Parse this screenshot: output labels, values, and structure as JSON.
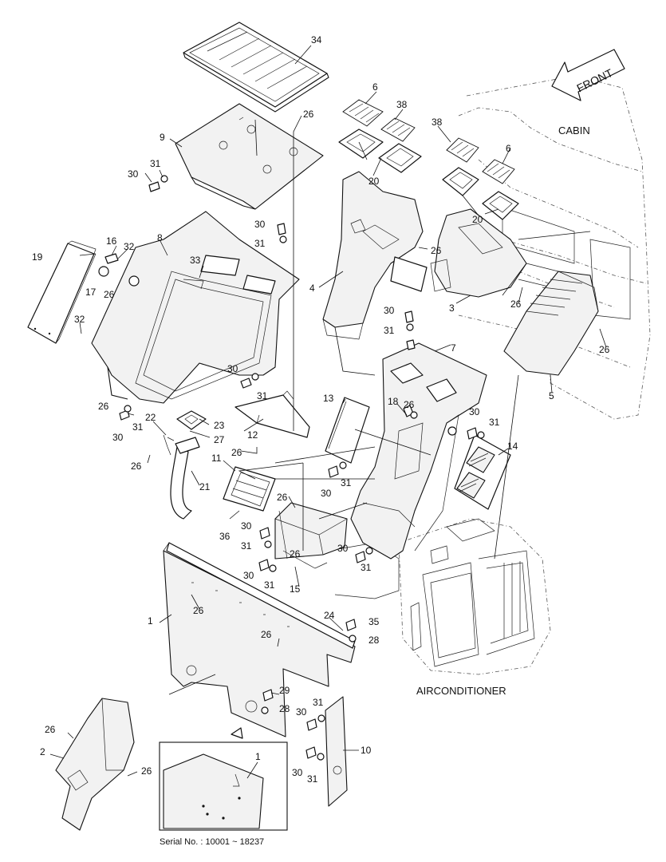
{
  "diagram": {
    "labels": {
      "front": "FRONT",
      "cabin": "CABIN",
      "airconditioner": "AIRCONDITIONER",
      "serial_note": "Serial No. : 10001 ~ 18237"
    },
    "callouts": {
      "c34": "34",
      "c26a": "26",
      "c9": "9",
      "c31a": "31",
      "c30a": "30",
      "c6a": "6",
      "c38a": "38",
      "c38b": "38",
      "c6b": "6",
      "c20a": "20",
      "c20b": "20",
      "c30b": "30",
      "c31b": "31",
      "c8": "8",
      "c16": "16",
      "c32a": "32",
      "c19": "19",
      "c33": "33",
      "c17": "17",
      "c26b": "26",
      "c32b": "32",
      "c26c": "26",
      "c4": "4",
      "c3": "3",
      "c26d": "26",
      "c26e": "26",
      "c30c": "30",
      "c31c": "31",
      "c7": "7",
      "c5": "5",
      "c30d": "30",
      "c31d": "31",
      "c26f": "26",
      "c30e": "30",
      "c31e": "31",
      "c22": "22",
      "c23": "23",
      "c27": "27",
      "c12": "12",
      "c26g": "26",
      "c13": "13",
      "c18": "18",
      "c26h": "26",
      "c30f": "30",
      "c31f": "31",
      "c14": "14",
      "c26i": "26",
      "c11": "11",
      "c21": "21",
      "c30g": "30",
      "c31g": "31",
      "c26j": "26",
      "c36": "36",
      "c30h": "30",
      "c31h": "31",
      "c26k": "26",
      "c30i": "30",
      "c31i": "31",
      "c15": "15",
      "c30j": "30",
      "c31j": "31",
      "c26l": "26",
      "c1": "1",
      "c24": "24",
      "c35": "35",
      "c26m": "26",
      "c28a": "28",
      "c29": "29",
      "c28b": "28",
      "c30k": "30",
      "c31k": "31",
      "c26n": "26",
      "c2": "2",
      "c26o": "26",
      "c10": "10",
      "c30l": "30",
      "c31l": "31",
      "c1b": "1"
    }
  }
}
